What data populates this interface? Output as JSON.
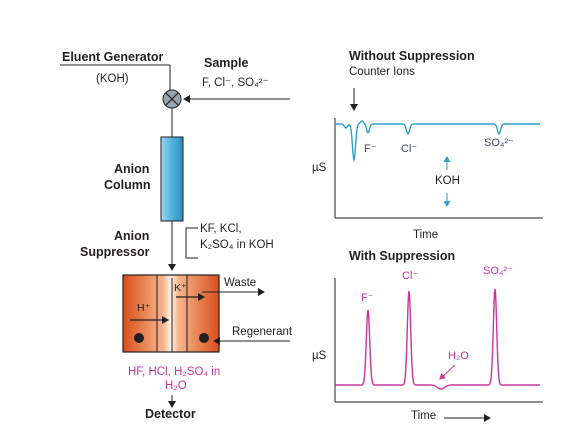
{
  "left": {
    "eluent_generator": "Eluent Generator",
    "koh": "(KOH)",
    "sample": "Sample",
    "sample_ions": "F, Cl⁻, SO₄²⁻",
    "anion_column_line1": "Anion",
    "anion_column_line2": "Column",
    "anion_suppressor_line1": "Anion",
    "anion_suppressor_line2": "Suppressor",
    "kf_kcl": "KF, KCl,",
    "k2so4": "K₂SO₄ in KOH",
    "k_plus": "K⁺",
    "h_plus": "H⁺",
    "waste": "Waste",
    "regenerant": "Regenerant",
    "acids": "HF, HCl, H₂SO₄ in",
    "h2o": "H₂O",
    "detector": "Detector"
  },
  "top_chart": {
    "title": "Without Suppression",
    "subtitle": "Counter Ions",
    "ylabel": "µS",
    "xlabel": "Time",
    "peak_f": "F⁻",
    "peak_cl": "Cl⁻",
    "peak_so4": "SO₄²⁻",
    "koh": "KOH"
  },
  "bottom_chart": {
    "title": "With Suppression",
    "ylabel": "µS",
    "xlabel": "Time",
    "peak_f": "F⁻",
    "peak_cl": "Cl⁻",
    "peak_so4": "SO₄²⁻",
    "water": "H₂O"
  },
  "colors": {
    "top_trace": "#2e9fc7",
    "bottom_trace": "#c9359c",
    "column_fill": "#5db8e0",
    "suppressor_fill": "#e8652e",
    "line": "#231f20"
  }
}
